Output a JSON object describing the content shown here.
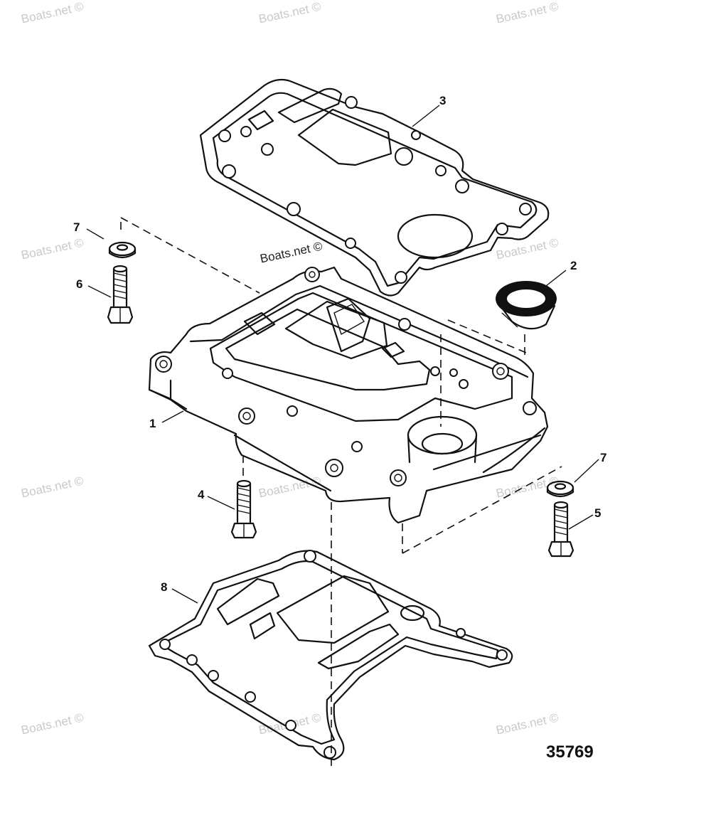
{
  "watermark": {
    "text": "Boats.net ©"
  },
  "callouts": {
    "c1": "1",
    "c2": "2",
    "c3": "3",
    "c4": "4",
    "c5": "5",
    "c6": "6",
    "c7a": "7",
    "c7b": "7",
    "c8": "8"
  },
  "figure_number": "35769",
  "parts": [
    {
      "ref": "1",
      "shape": "adapter-plate"
    },
    {
      "ref": "2",
      "shape": "seal-ring"
    },
    {
      "ref": "3",
      "shape": "upper-gasket"
    },
    {
      "ref": "4",
      "shape": "screw"
    },
    {
      "ref": "5",
      "shape": "screw"
    },
    {
      "ref": "6",
      "shape": "screw"
    },
    {
      "ref": "7",
      "shape": "washer"
    },
    {
      "ref": "8",
      "shape": "lower-gasket"
    }
  ]
}
